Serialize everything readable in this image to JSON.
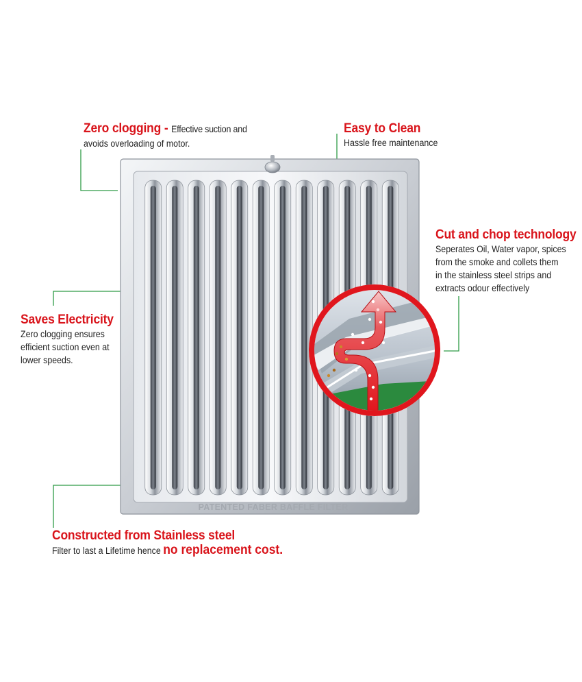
{
  "colors": {
    "heading_red": "#d9141b",
    "leader_green": "#2e9b46",
    "body_text": "#222222",
    "steel_light": "#eef0f3",
    "steel_mid": "#b9bec6",
    "steel_dark": "#6c727c",
    "magnifier_ring": "#e0161d"
  },
  "callouts": {
    "zero_clogging": {
      "title": "Zero clogging -",
      "desc_inline": "Effective suction and",
      "desc_line2": "avoids overloading of motor."
    },
    "easy_to_clean": {
      "title": "Easy to Clean",
      "desc": "Hassle free maintenance"
    },
    "cut_and_chop": {
      "title": "Cut and chop technology",
      "lines": [
        "Seperates Oil, Water vapor, spices",
        "from the smoke and collets them",
        "in the stainless steel strips and",
        "extracts odour effectively"
      ]
    },
    "saves_electricity": {
      "title": "Saves Electricity",
      "lines": [
        "Zero clogging ensures",
        "efficient suction even at",
        "lower speeds."
      ]
    },
    "stainless_steel": {
      "title": "Constructed from Stainless steel",
      "desc_prefix": "Filter to last a Lifetime hence",
      "desc_emphasis": "no replacement cost."
    }
  },
  "filter": {
    "engraved_label": "PATENTED FABER BAFFLE FILTER",
    "slot_count": 12,
    "icons": [
      "handle-knob-icon",
      "airflow-arrow-icon",
      "grease-particles-icon"
    ]
  }
}
